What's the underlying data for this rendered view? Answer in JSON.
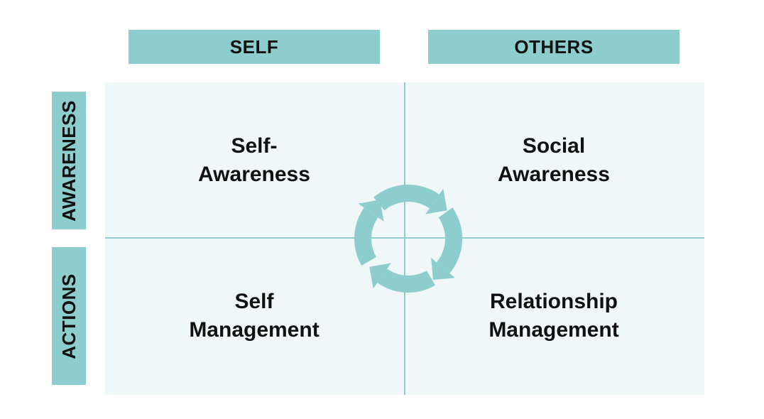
{
  "columns": {
    "self": "SELF",
    "others": "OTHERS"
  },
  "rows": {
    "awareness": "AWARENESS",
    "actions": "ACTIONS"
  },
  "quadrants": {
    "self_awareness": {
      "line1": "Self-",
      "line2": "Awareness"
    },
    "social_awareness": {
      "line1": "Social",
      "line2": "Awareness"
    },
    "self_management": {
      "line1": "Self",
      "line2": "Management"
    },
    "relationship_management": {
      "line1": "Relationship",
      "line2": "Management"
    }
  },
  "colors": {
    "accent": "#8ecdcd",
    "grid_background": "#eff7f9",
    "text": "#111111"
  },
  "icons": {
    "cycle": "circular-arrows-icon"
  }
}
